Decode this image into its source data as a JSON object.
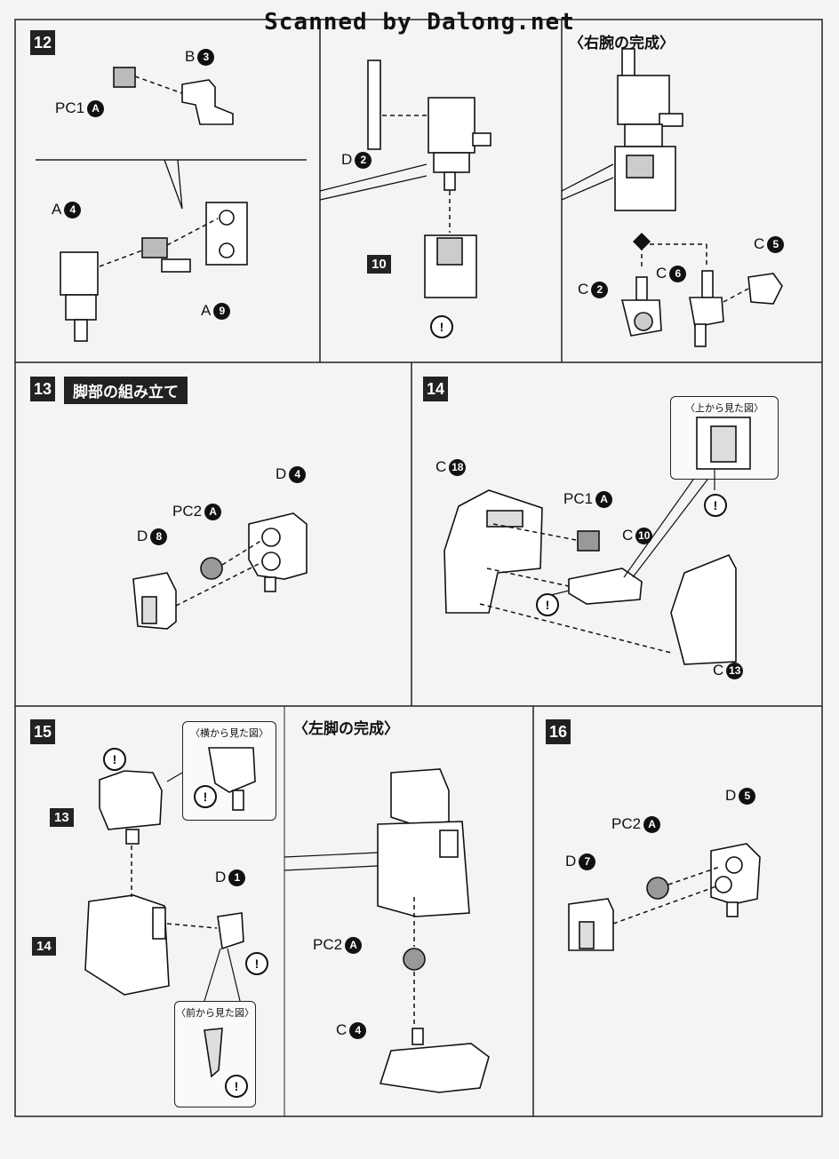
{
  "watermark": "Scanned by Dalong.net",
  "steps": {
    "s12": {
      "num": "12",
      "header": "〈右腕の完成〉",
      "labels": {
        "pc1": "PC1",
        "pc1_c": "A",
        "b": "B",
        "b_c": "3",
        "a4": "A",
        "a4_c": "4",
        "a9": "A",
        "a9_c": "9",
        "d2": "D",
        "d2_c": "2",
        "sub": "10",
        "c2": "C",
        "c2_c": "2",
        "c6": "C",
        "c6_c": "6",
        "c5": "C",
        "c5_c": "5"
      }
    },
    "s13": {
      "num": "13",
      "title": "脚部の組み立て",
      "labels": {
        "d4": "D",
        "d4_c": "4",
        "pc2": "PC2",
        "pc2_c": "A",
        "d8": "D",
        "d8_c": "8"
      }
    },
    "s14": {
      "num": "14",
      "inset": "〈上から見た図〉",
      "labels": {
        "c18": "C",
        "c18_c": "18",
        "pc1": "PC1",
        "pc1_c": "A",
        "c10": "C",
        "c10_c": "10",
        "c13": "C",
        "c13_c": "13"
      }
    },
    "s15": {
      "num": "15",
      "header": "〈左脚の完成〉",
      "inset_side": "〈横から見た図〉",
      "inset_front": "〈前から見た図〉",
      "labels": {
        "sub13": "13",
        "sub14": "14",
        "d1": "D",
        "d1_c": "1",
        "pc2": "PC2",
        "pc2_c": "A",
        "c4": "C",
        "c4_c": "4"
      }
    },
    "s16": {
      "num": "16",
      "labels": {
        "d5": "D",
        "d5_c": "5",
        "pc2": "PC2",
        "pc2_c": "A",
        "d7": "D",
        "d7_c": "7"
      }
    }
  },
  "warning_mark": "!"
}
